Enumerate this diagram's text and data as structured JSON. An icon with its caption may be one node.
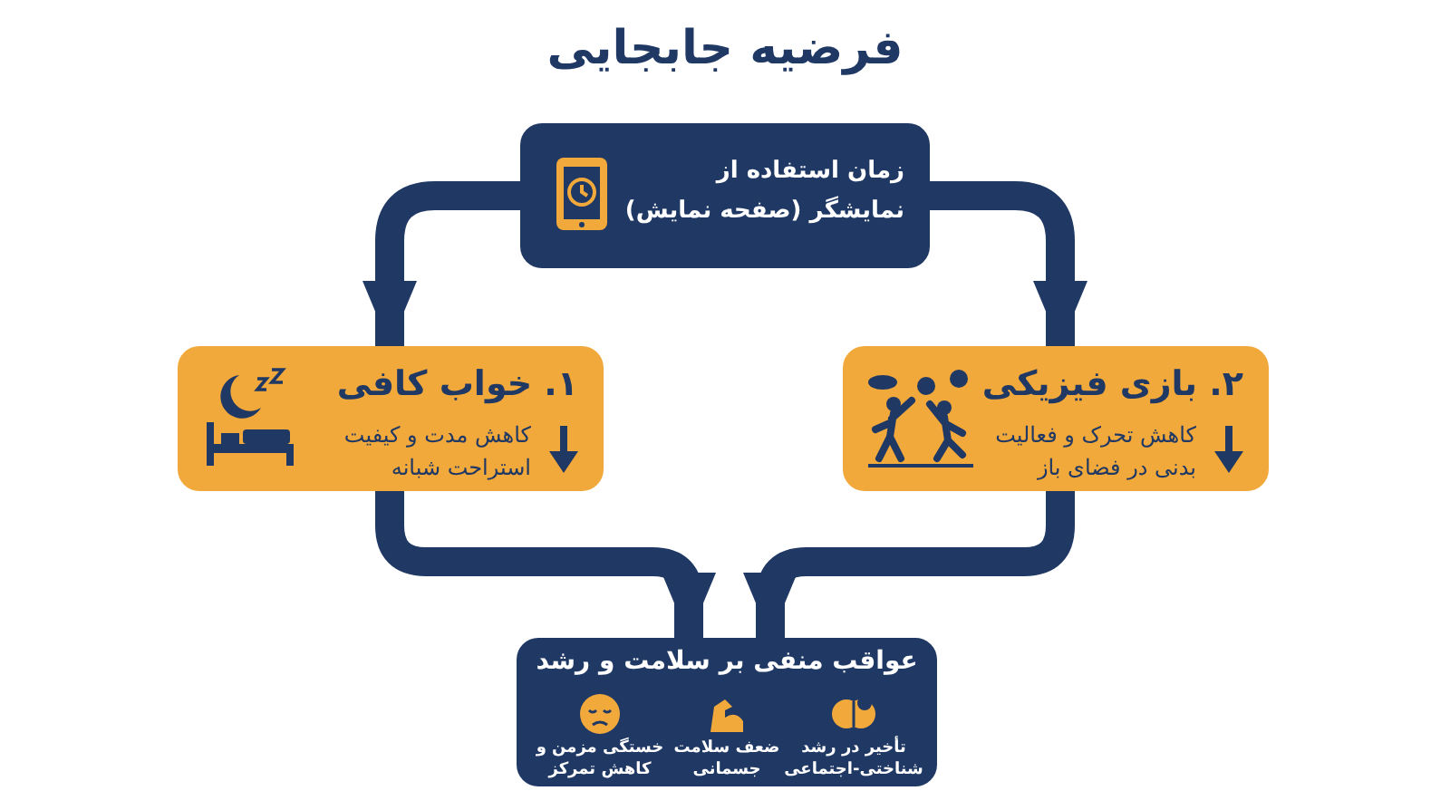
{
  "diagram": {
    "title": "فرضیه جابجایی",
    "nodes": [
      {
        "text": [
          "زمان استفاده از نمایشگر (صفحه نمایش)"
        ]
      },
      {
        "text": [
          "۱. خواب کافی",
          "کاهش مدت و کیفیت استراحت شبانه"
        ]
      },
      {
        "text": [
          "۲. بازی فیزیکی",
          "کاهش تحرک و فعالیت بدنی در فضای باز"
        ]
      },
      {
        "text": [
          "عواقب منفی بر سلامت و رشد",
          "تأخیر در رشد شناختی-اجتماعی",
          "ضعف سلامت جسمانی",
          "خستگی مزمن و کاهش تمرکز"
        ]
      }
    ],
    "edges": [
      {
        "from": 0,
        "to": 1,
        "arrow": "to"
      },
      {
        "from": 0,
        "to": 2,
        "arrow": "to"
      },
      {
        "from": 1,
        "to": 3,
        "arrow": "to"
      },
      {
        "from": 2,
        "to": 3,
        "arrow": "to"
      }
    ]
  }
}
